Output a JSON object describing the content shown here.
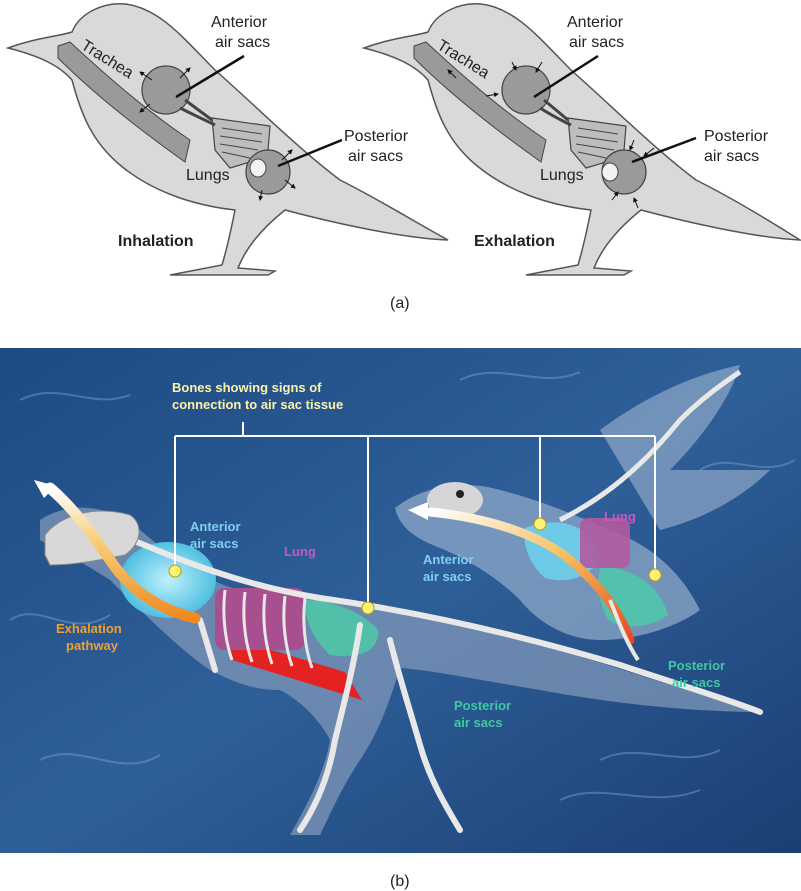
{
  "panel_a": {
    "inhalation": {
      "trachea": "Trachea",
      "anterior_line1": "Anterior",
      "anterior_line2": "air sacs",
      "posterior_line1": "Posterior",
      "posterior_line2": "air sacs",
      "lungs": "Lungs",
      "phase": "Inhalation"
    },
    "exhalation": {
      "trachea": "Trachea",
      "anterior_line1": "Anterior",
      "anterior_line2": "air sacs",
      "posterior_line1": "Posterior",
      "posterior_line2": "air sacs",
      "lungs": "Lungs",
      "phase": "Exhalation"
    },
    "caption": "(a)"
  },
  "panel_b": {
    "bones_line1": "Bones showing signs of",
    "bones_line2": "connection to air sac tissue",
    "dino_anterior_line1": "Anterior",
    "dino_anterior_line2": "air sacs",
    "dino_lung": "Lung",
    "exhalation_line1": "Exhalation",
    "exhalation_line2": "pathway",
    "dino_posterior_line1": "Posterior",
    "dino_posterior_line2": "air sacs",
    "bird_anterior_line1": "Anterior",
    "bird_anterior_line2": "air sacs",
    "bird_lung": "Lung",
    "bird_posterior_line1": "Posterior",
    "bird_posterior_line2": "air sacs",
    "caption": "(b)"
  },
  "colors": {
    "bird_body": "#d9d9d9",
    "organ": "#9a9a9a",
    "background_blue": "#2e5a91",
    "anterior_label": "#7fd0f0",
    "lung_label": "#c05cc0",
    "posterior_label": "#3fc9a0",
    "exhalation_label": "#f0a030",
    "bones_label": "#fff2a8"
  }
}
